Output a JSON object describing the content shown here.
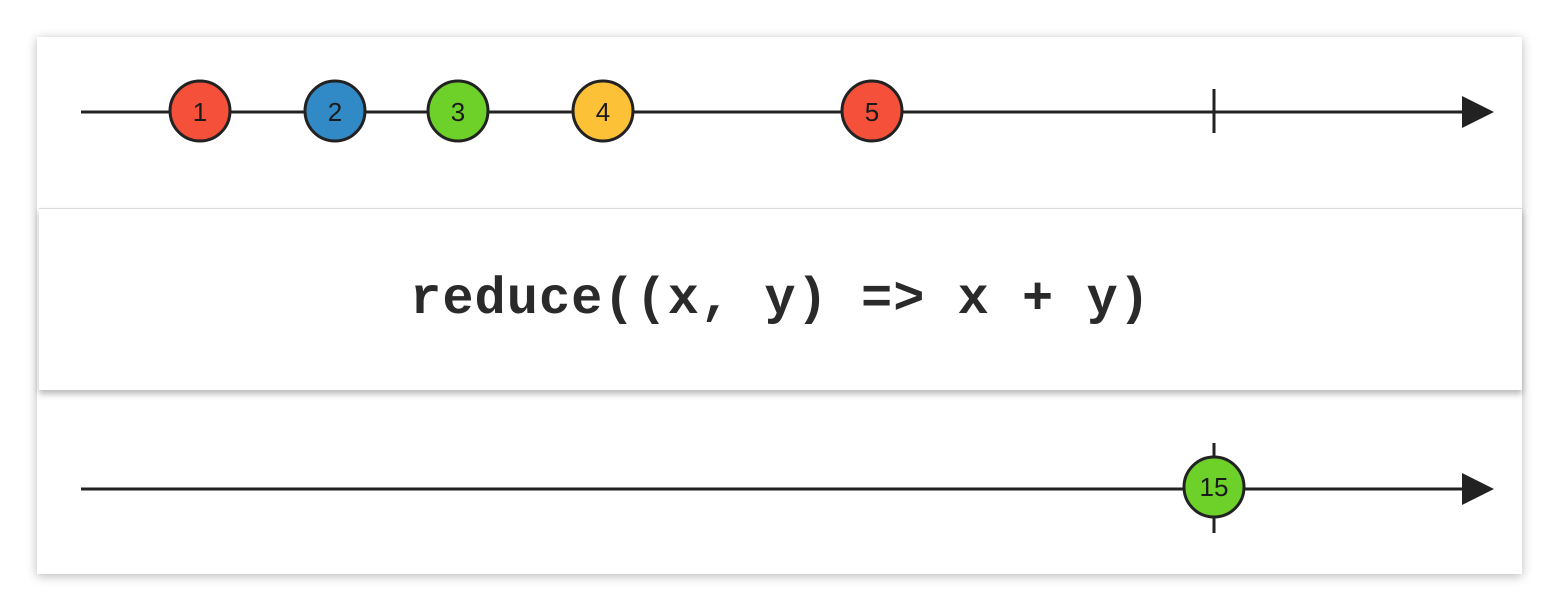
{
  "operator": {
    "label": "reduce((x, y) => x + y)"
  },
  "input_stream": {
    "marbles": [
      {
        "label": "1",
        "color": "#f4503a"
      },
      {
        "label": "2",
        "color": "#3189c6"
      },
      {
        "label": "3",
        "color": "#6dd12a"
      },
      {
        "label": "4",
        "color": "#fcc136"
      },
      {
        "label": "5",
        "color": "#f4503a"
      }
    ],
    "completes": true
  },
  "output_stream": {
    "marbles": [
      {
        "label": "15",
        "color": "#6dd12a"
      }
    ],
    "completes": true
  }
}
